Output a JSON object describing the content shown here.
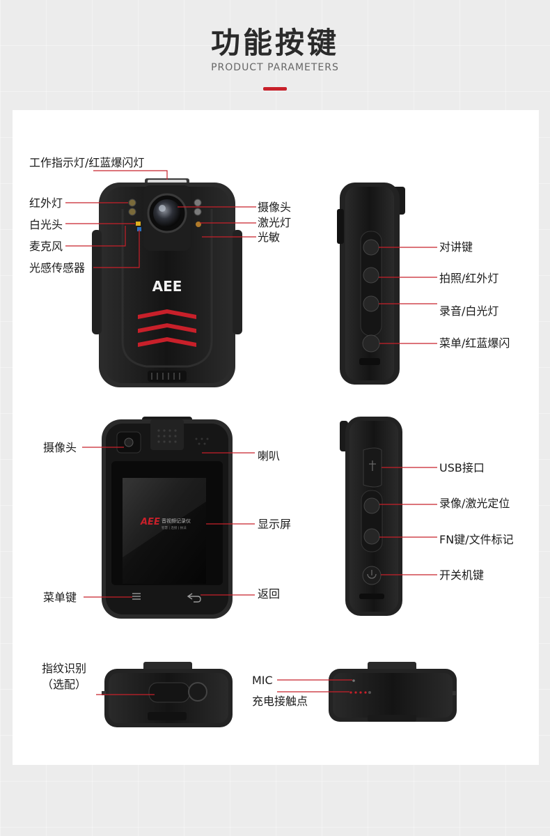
{
  "header": {
    "title": "功能按键",
    "subtitle": "PRODUCT PARAMETERS"
  },
  "brand": {
    "logo": "AEE",
    "screen_brand": "AEE",
    "screen_name": "音视频记录仪",
    "screen_tagline": "智慧 | 连接 | 执法"
  },
  "colors": {
    "accent": "#c8202a",
    "device_body": "#1b1b1b"
  },
  "front_view": {
    "labels": {
      "indicator": "工作指示灯/红蓝爆闪灯",
      "ir_light": "红外灯",
      "white_light": "白光头",
      "microphone": "麦克风",
      "light_sensor": "光感传感器",
      "camera": "摄像头",
      "laser": "激光灯",
      "photosensitive": "光敏"
    }
  },
  "side_view_left": {
    "labels": {
      "talk_key": "对讲键",
      "photo_ir": "拍照/红外灯",
      "record_white": "录音/白光灯",
      "menu_flash": "菜单/红蓝爆闪"
    }
  },
  "back_view": {
    "labels": {
      "camera": "摄像头",
      "speaker": "喇叭",
      "display": "显示屏",
      "menu_key": "菜单键",
      "back": "返回"
    }
  },
  "side_view_right": {
    "labels": {
      "usb": "USB接口",
      "video_laser": "录像/激光定位",
      "fn_key": "FN键/文件标记",
      "power": "开关机键"
    }
  },
  "bottom_view": {
    "labels": {
      "fingerprint": "指纹识别",
      "fingerprint_note": "（选配）"
    }
  },
  "top_view": {
    "labels": {
      "mic": "MIC",
      "charge_contacts": "充电接触点"
    }
  }
}
